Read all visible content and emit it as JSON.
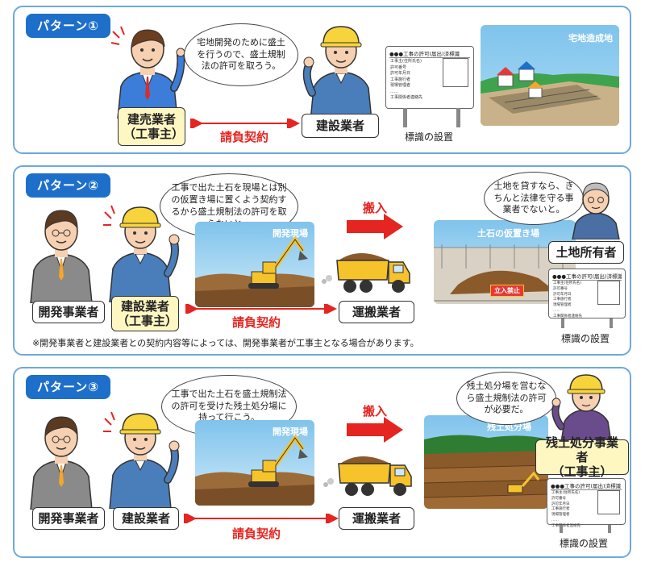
{
  "pattern1": {
    "title": "パターン①",
    "speech": "宅地開発のために盛土を行うので、盛土規制法の許可を取ろう。",
    "owner_label_line1": "建売業者",
    "owner_label_line2": "（工事主）",
    "contractor_label": "建設業者",
    "contract_label": "請負契約",
    "scene_label": "宅地造成地",
    "sign_title": "●●●工事の許可(届出)済標識",
    "sign_lines": [
      "工事主(住所氏名)",
      "許可番号",
      "許可年月日",
      "工事施行者",
      "現場管理者",
      "……",
      "工事関係者連絡先"
    ],
    "sign_caption": "標識の設置"
  },
  "pattern2": {
    "title": "パターン②",
    "speech": "工事で出た土石を現場とは別の仮置き場に置くよう契約するから盛土規制法の許可を取らないと。",
    "developer_label": "開発事業者",
    "contractor_label_line1": "建設業者",
    "contractor_label_line2": "（工事主）",
    "contract_label": "請負契約",
    "site_label": "開発現場",
    "hauler_label": "運搬業者",
    "carry_label": "搬入",
    "storage_label": "土石の仮置き場",
    "warning_label": "立入禁止",
    "landowner_speech": "土地を貸すなら、きちんと法律を守る事業者でないと。",
    "landowner_label": "土地所有者",
    "sign_title": "●●●工事の許可(届出)済標識",
    "sign_lines": [
      "工事主(住所氏名)",
      "許可番号",
      "許可年月日",
      "工事施行者",
      "現場管理者",
      "……",
      "工事関係者連絡先"
    ],
    "sign_caption": "標識の設置",
    "note": "※開発事業者と建設業者との契約内容等によっては、開発事業者が工事主となる場合があります。"
  },
  "pattern3": {
    "title": "パターン③",
    "speech": "工事で出た土石を盛土規制法の許可を受けた残土処分場に持って行こう。",
    "developer_label": "開発事業者",
    "contractor_label": "建設業者",
    "contract_label": "請負契約",
    "site_label": "開発現場",
    "hauler_label": "運搬業者",
    "carry_label": "搬入",
    "disposal_label": "残土処分場",
    "disposer_speech": "残土処分場を営むなら盛土規制法の許可が必要だ。",
    "disposer_label_line1": "残土処分事業者",
    "disposer_label_line2": "（工事主）",
    "sign_title": "●●●工事の許可(届出)済標識",
    "sign_lines": [
      "工事主(住所氏名)",
      "許可番号",
      "許可年月日",
      "工事施行者",
      "現場管理者",
      "……",
      "工事関係者連絡先"
    ],
    "sign_caption": "標識の設置"
  },
  "colors": {
    "accent_blue": "#1e6fc9",
    "panel_border": "#6fa8dc",
    "contract_red": "#e52521",
    "owner_box_yellow": "#fff7c2"
  }
}
